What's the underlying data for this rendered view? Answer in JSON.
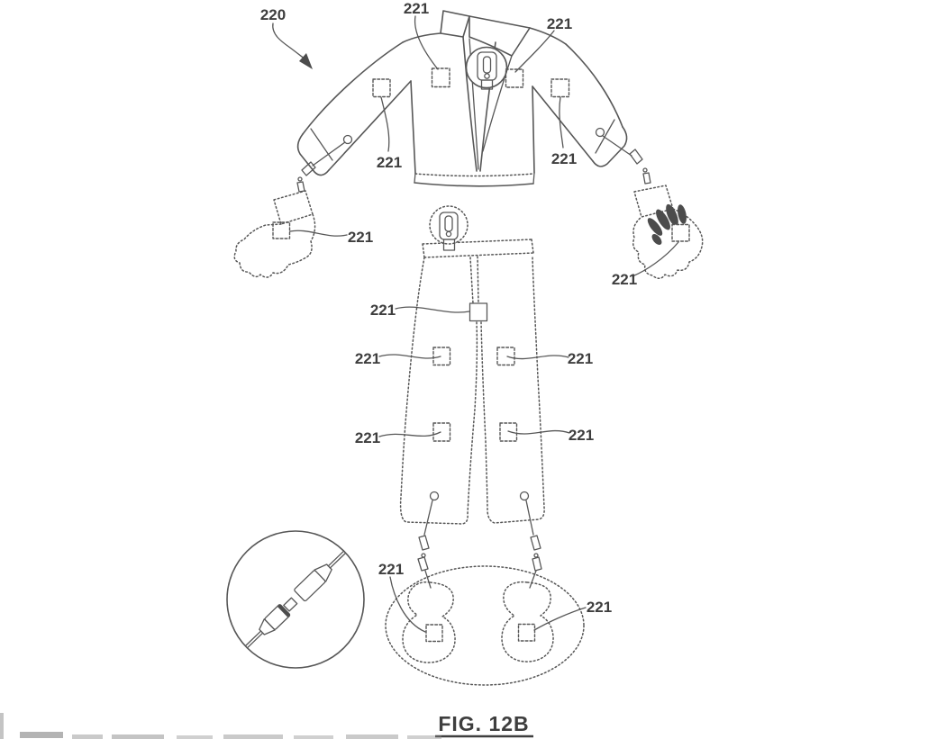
{
  "figure": {
    "caption": "FIG. 12B"
  },
  "annotations": [
    {
      "part": "garment-system",
      "label": "220"
    },
    {
      "part": "jacket-left-chest-patch",
      "label": "221"
    },
    {
      "part": "jacket-right-chest-patch",
      "label": "221"
    },
    {
      "part": "jacket-left-sleeve-patch",
      "label": "221"
    },
    {
      "part": "jacket-right-sleeve-patch",
      "label": "221"
    },
    {
      "part": "left-glove-patch",
      "label": "221"
    },
    {
      "part": "right-glove-patch",
      "label": "221"
    },
    {
      "part": "pants-fly-patch",
      "label": "221"
    },
    {
      "part": "pants-left-thigh-patch",
      "label": "221"
    },
    {
      "part": "pants-right-thigh-patch",
      "label": "221"
    },
    {
      "part": "pants-left-knee-patch",
      "label": "221"
    },
    {
      "part": "pants-right-knee-patch",
      "label": "221"
    },
    {
      "part": "left-insole-patch",
      "label": "221"
    },
    {
      "part": "right-insole-patch",
      "label": "221"
    }
  ],
  "colors": {
    "line": "#575757",
    "text": "#3e3e3e",
    "background": "#ffffff"
  }
}
